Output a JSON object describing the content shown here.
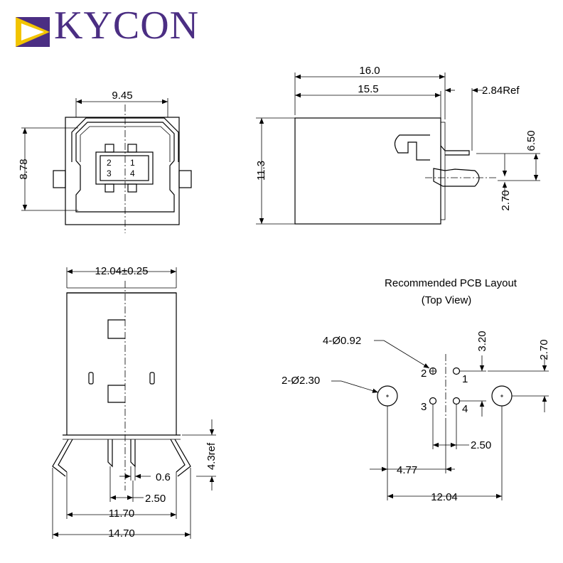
{
  "brand": {
    "name": "KYCON",
    "color": "#4b2e83",
    "logo_color": "#4b2e83",
    "logo_accent": "#f2c400"
  },
  "front_view": {
    "width": "9.45",
    "height": "8.78",
    "pins": [
      "2",
      "1",
      "3",
      "4"
    ]
  },
  "side_view": {
    "length_total": "16.0",
    "length_body": "15.5",
    "tab": "2.84Ref",
    "height": "11.3",
    "peg_height": "6.50",
    "peg_offset": "2.70"
  },
  "bottom_view": {
    "width": "12.04±0.25",
    "leg": "4.3ref",
    "pin_width": "0.6",
    "pin_pitch": "2.50",
    "inner_span": "11.70",
    "outer_span": "14.70"
  },
  "pcb_layout": {
    "title": "Recommended PCB Layout",
    "subtitle": "(Top View)",
    "small_holes": "4-Ø0.92",
    "large_holes": "2-Ø2.30",
    "row_gap": "3.20",
    "offset_y": "2.70",
    "pitch": "2.50",
    "half_offset": "4.77",
    "hole_span": "12.04",
    "pin_labels": [
      "2",
      "1",
      "3",
      "4"
    ]
  }
}
